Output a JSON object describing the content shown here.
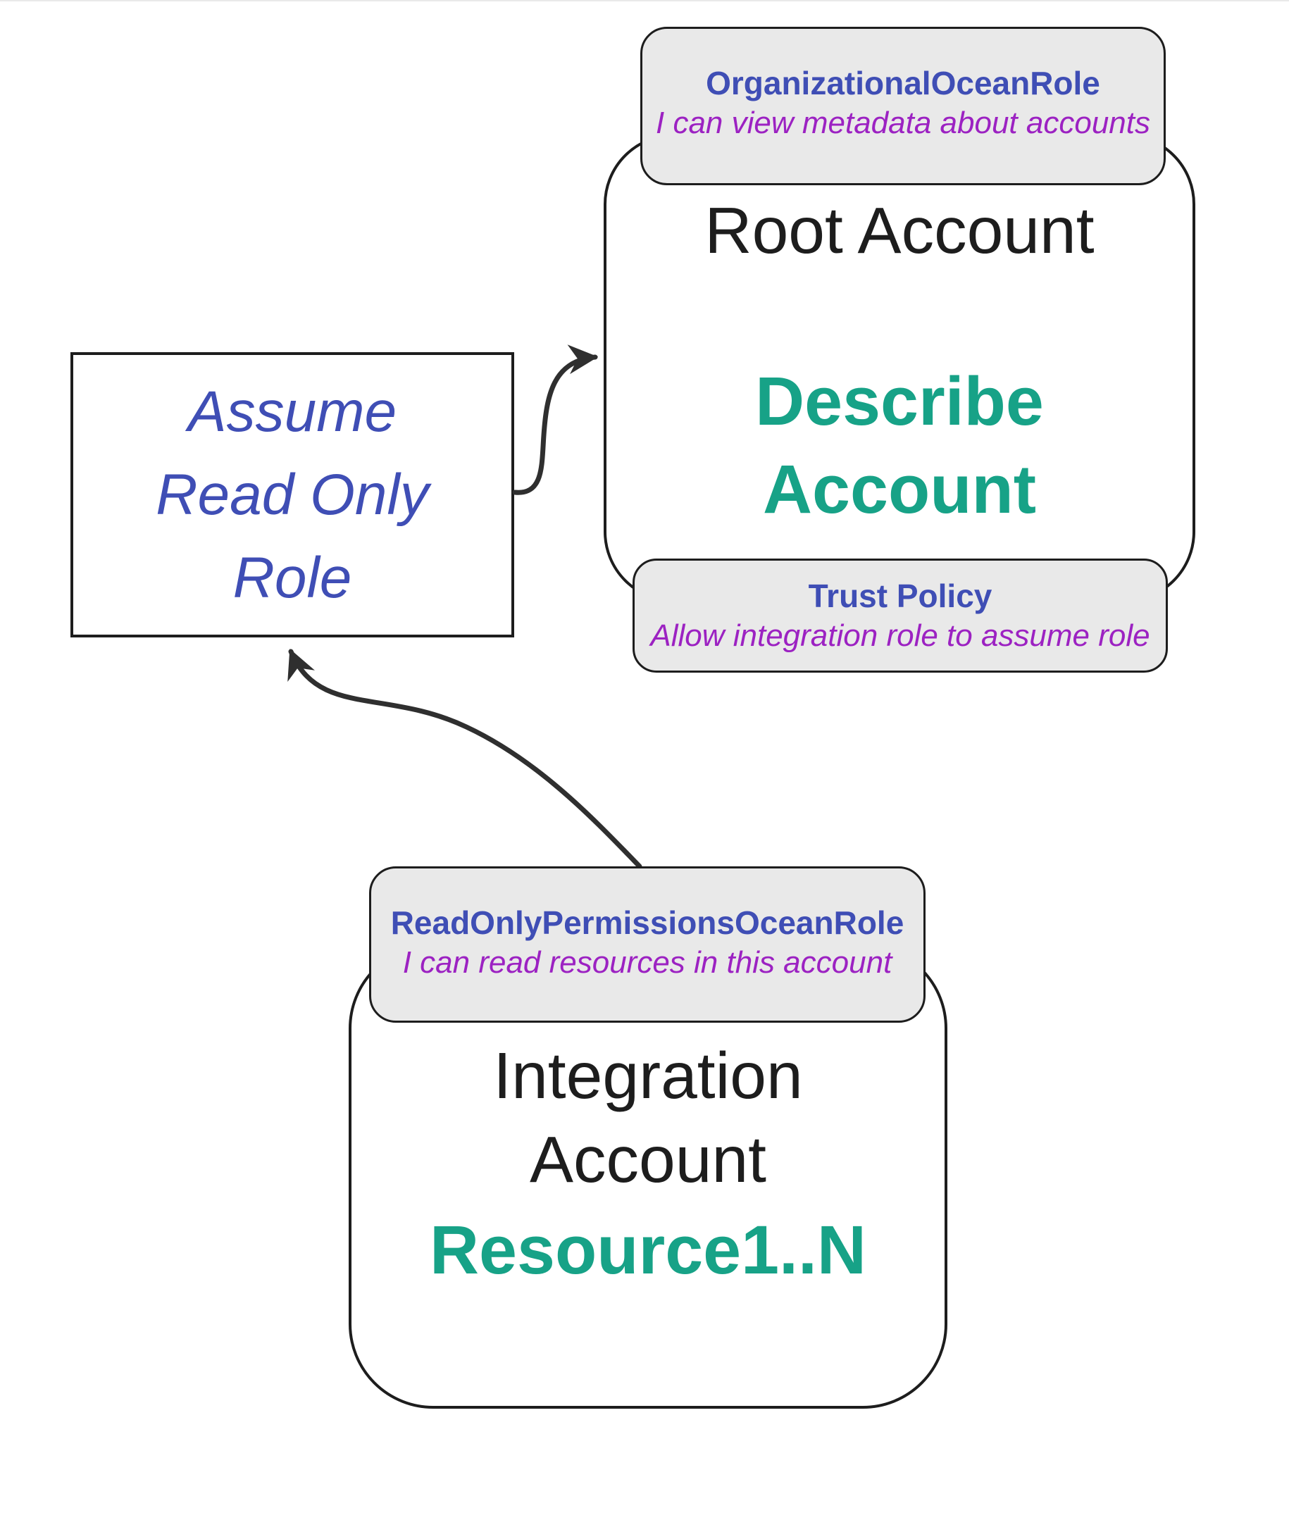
{
  "colors": {
    "role_blue": "#3f4eb5",
    "policy_purple": "#9c22c2",
    "action_teal": "#17a287",
    "heading_black": "#1d1d1d",
    "badge_gray": "#e9e9e9",
    "box_border": "#1d1d1d",
    "arrow_gray": "#2f2f2f",
    "background": "#ffffff"
  },
  "assume_box": {
    "lines": [
      "Assume",
      "Read Only",
      "Role"
    ]
  },
  "root_account": {
    "title": "Root Account",
    "action_lines": [
      "Describe",
      "Account"
    ],
    "role_badge": {
      "title": "OrganizationalOceanRole",
      "subtitle": "I can view metadata about accounts"
    },
    "trust_badge": {
      "title": "Trust Policy",
      "subtitle": "Allow integration role to assume role"
    }
  },
  "integration_account": {
    "title_lines": [
      "Integration",
      "Account"
    ],
    "resource_label": "Resource1..N",
    "role_badge": {
      "title": "ReadOnlyPermissionsOceanRole",
      "subtitle": "I can read resources in this account"
    }
  },
  "connections": [
    {
      "from": "assume-read-only-role-box",
      "to": "root-account-box"
    },
    {
      "from": "integration-role-badge",
      "to": "assume-read-only-role-box"
    }
  ]
}
